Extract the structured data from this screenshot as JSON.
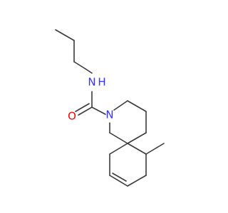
{
  "molecule": {
    "atoms": {
      "nitrogen_amide": {
        "symbol": "N",
        "h": "H",
        "color": "#3333ff"
      },
      "oxygen": {
        "symbol": "O",
        "color": "#ff0000"
      },
      "nitrogen_ring": {
        "symbol": "N",
        "color": "#3333ff"
      }
    }
  }
}
